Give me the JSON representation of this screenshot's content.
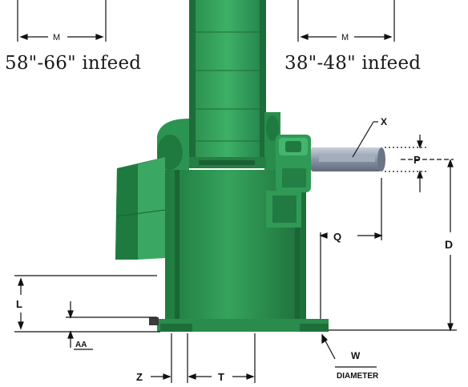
{
  "captions": {
    "left_infeed": "58\"-66\" infeed",
    "right_infeed": "38\"-48\" infeed"
  },
  "dimensions": {
    "m_left": "M",
    "m_right": "M",
    "x": "X",
    "p": "P",
    "q": "Q",
    "d": "D",
    "l": "L",
    "aa": "AA",
    "z": "Z",
    "t": "T",
    "w": "W",
    "diameter": "DIAMETER"
  },
  "colors": {
    "machine_green": "#2f9a55",
    "machine_dark": "#1d6e3a",
    "machine_light": "#4fbf76",
    "shaft": "#8a96a8",
    "line": "#111111"
  }
}
